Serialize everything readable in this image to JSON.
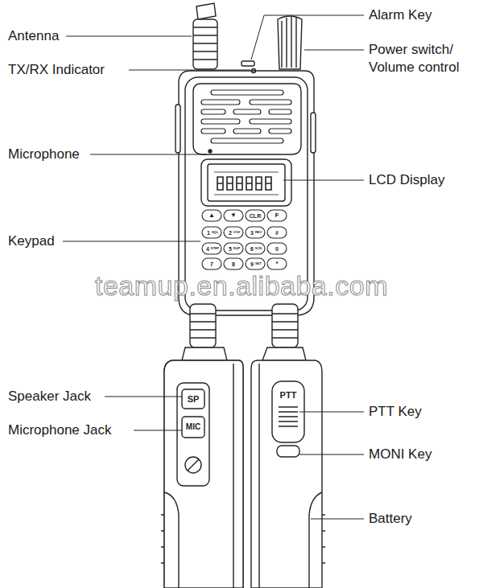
{
  "diagram": {
    "labels": [
      "Antenna",
      "TX/RX Indicator",
      "Microphone",
      "Keypad",
      "Alarm Key",
      "Power switch/ Volume control",
      "LCD Display",
      "teamup.en.alibaba.com",
      "Speaker Jack",
      "Microphone Jack",
      "PTT Key",
      "MONI Key",
      "Battery",
      "▲",
      "▼",
      "CLR",
      "F",
      "1",
      "SQL",
      "2",
      "VOX",
      "3",
      "REV",
      "#",
      "4",
      "STEP",
      "5",
      "DUP",
      "6",
      "SCN",
      "0",
      "7",
      "8",
      "9",
      "SET",
      "*",
      "SP",
      "MIC",
      "PTT"
    ]
  }
}
